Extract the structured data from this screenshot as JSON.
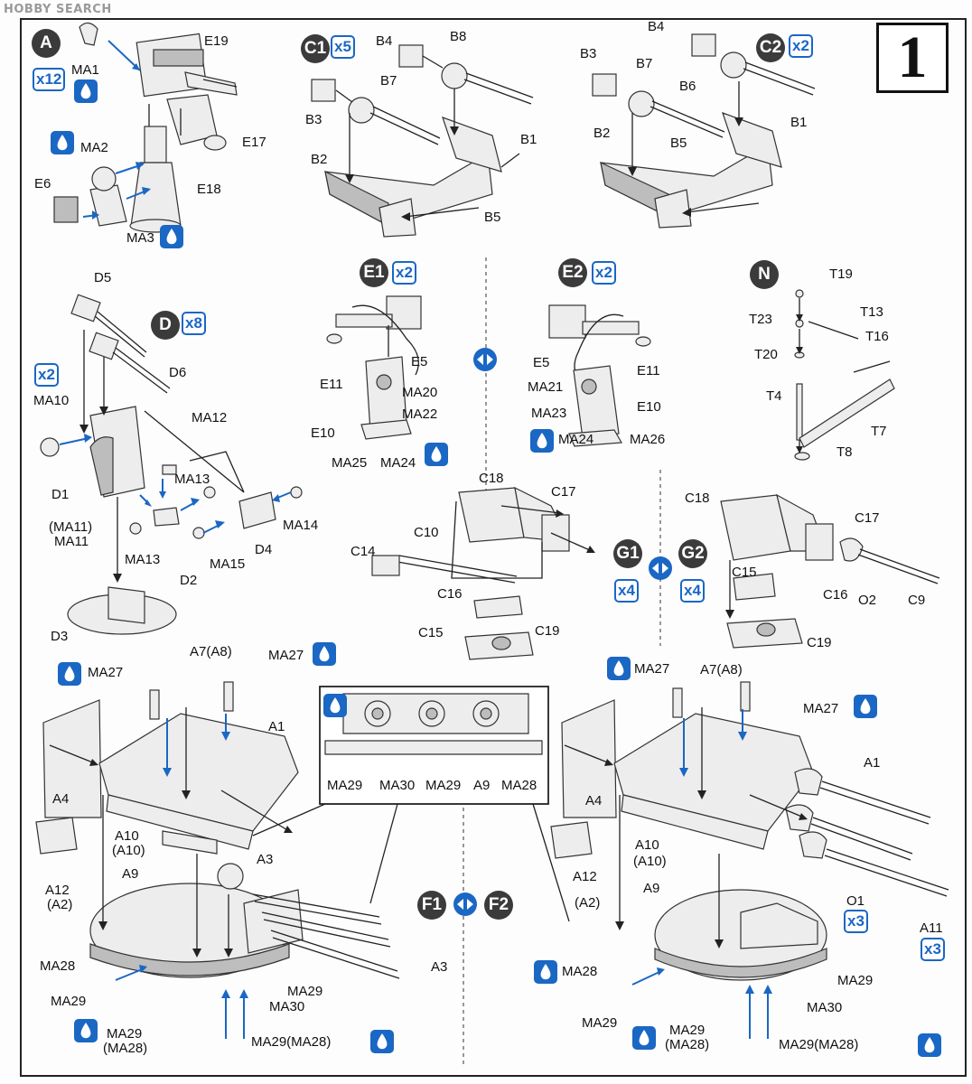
{
  "watermark": "HOBBY SEARCH",
  "step_number": "1",
  "badges": {
    "A": "A",
    "C1": "C1",
    "C2": "C2",
    "D": "D",
    "E1": "E1",
    "E2": "E2",
    "N": "N",
    "G1": "G1",
    "G2": "G2",
    "F1": "F1",
    "F2": "F2"
  },
  "quantities": {
    "A": "x12",
    "MA10": "x2",
    "C1": "x5",
    "C2": "x2",
    "D": "x8",
    "E1": "x2",
    "E2": "x2",
    "G1": "x4",
    "G2": "x4",
    "O1": "x3",
    "A11": "x3"
  },
  "labels": {
    "E19": "E19",
    "MA1": "MA1",
    "MA2": "MA2",
    "E17": "E17",
    "E6": "E6",
    "E18": "E18",
    "MA3": "MA3",
    "c1_B4": "B4",
    "c1_B8": "B8",
    "c1_B3": "B3",
    "c1_B7": "B7",
    "c1_B2": "B2",
    "c1_B1": "B1",
    "c1_B5": "B5",
    "c2_B4": "B4",
    "c2_B3": "B3",
    "c2_B7": "B7",
    "c2_B6": "B6",
    "c2_B1": "B1",
    "c2_B2": "B2",
    "c2_B5": "B5",
    "D5": "D5",
    "D6": "D6",
    "MA10": "MA10",
    "MA12": "MA12",
    "MA13a": "MA13",
    "D1": "D1",
    "MA14": "MA14",
    "MA13b": "MA13",
    "D4": "D4",
    "MA11alt": "(MA11)",
    "MA11": "MA11",
    "D2": "D2",
    "MA15": "MA15",
    "D3": "D3",
    "e1_E11": "E11",
    "e1_E5": "E5",
    "e1_MA20": "MA20",
    "e1_MA22": "MA22",
    "e1_E10": "E10",
    "e1_MA25": "MA25",
    "e1_MA24": "MA24",
    "e2_E5": "E5",
    "e2_E11": "E11",
    "e2_MA21": "MA21",
    "e2_E10": "E10",
    "e2_MA23": "MA23",
    "e2_MA24": "MA24",
    "e2_MA26": "MA26",
    "T19": "T19",
    "T23": "T23",
    "T13": "T13",
    "T16": "T16",
    "T20": "T20",
    "T4": "T4",
    "T7": "T7",
    "T8": "T8",
    "g1_C18": "C18",
    "g1_C17": "C17",
    "g1_C14": "C14",
    "g1_C10": "C10",
    "g1_C16": "C16",
    "g1_C15": "C15",
    "g1_C19": "C19",
    "g2_C18": "C18",
    "g2_C17": "C17",
    "g2_C15": "C15",
    "g2_C16": "C16",
    "O2": "O2",
    "C9": "C9",
    "g2_C19": "C19",
    "f1_MA27a": "MA27",
    "f1_A7": "A7(A8)",
    "f1_MA27b": "MA27",
    "f1_A1": "A1",
    "f1_A4": "A4",
    "f1_A10": "A10",
    "f1_A10b": "(A10)",
    "f1_A12": "A12",
    "f1_A2": "(A2)",
    "f1_A3a": "A3",
    "f1_A9": "A9",
    "f1_MA28": "MA28",
    "f1_MA29a": "MA29",
    "f1_MA29b": "MA29",
    "f1_MA30": "MA30",
    "f1_A3b": "A3",
    "f1_MA29c": "MA29",
    "f1_MA28c": "(MA28)",
    "f1_MA29d": "MA29(MA28)",
    "in_MA29a": "MA29",
    "in_MA30": "MA30",
    "in_MA29b": "MA29",
    "in_A9": "A9",
    "in_MA28": "MA28",
    "f2_MA27a": "MA27",
    "f2_A7": "A7(A8)",
    "f2_MA27b": "MA27",
    "f2_A1": "A1",
    "f2_A4": "A4",
    "f2_A10": "A10",
    "f2_A10b": "(A10)",
    "f2_A12": "A12",
    "f2_A2": "(A2)",
    "f2_A9": "A9",
    "f2_MA28": "MA28",
    "f2_MA29a": "MA29",
    "f2_MA29b": "MA29",
    "f2_MA30": "MA30",
    "f2_O1": "O1",
    "f2_A11": "A11",
    "f2_MA29c": "MA29",
    "f2_MA28c": "(MA28)",
    "f2_MA29d": "MA29(MA28)"
  },
  "icons": {
    "paint": "paint-drop-icon",
    "alternative": "alternative-arrows-icon",
    "arrow": "assembly-arrow-icon"
  },
  "colors": {
    "accent": "#1a67c4",
    "badge": "#3b3b3b",
    "line": "#222222"
  }
}
